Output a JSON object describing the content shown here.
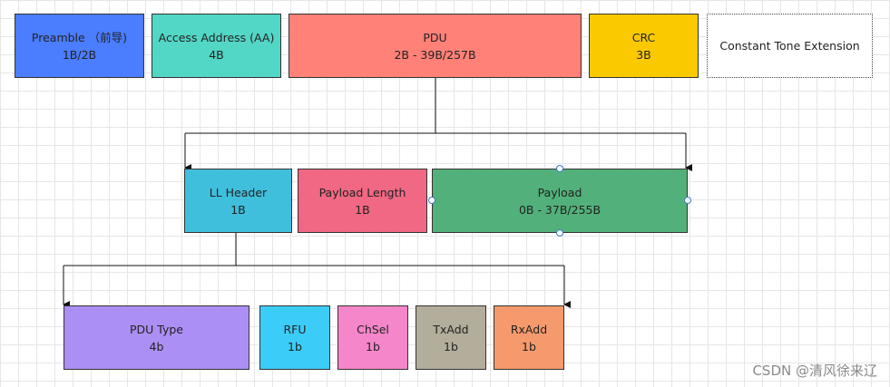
{
  "top_row": [
    {
      "name": "preamble",
      "label": "Preamble （前导)",
      "size": "1B/2B",
      "color": "#4a7dff"
    },
    {
      "name": "access-address",
      "label": "Access Address (AA)",
      "size": "4B",
      "color": "#52d6c6"
    },
    {
      "name": "pdu",
      "label": "PDU",
      "size": "2B - 39B/257B",
      "color": "#ff8178"
    },
    {
      "name": "crc",
      "label": "CRC",
      "size": "3B",
      "color": "#fbc900"
    },
    {
      "name": "cte",
      "label": "Constant Tone Extension",
      "size": "",
      "color": "#ffffff"
    }
  ],
  "pdu_row": [
    {
      "name": "ll-header",
      "label": "LL Header",
      "size": "1B",
      "color": "#40bfdd"
    },
    {
      "name": "payload-length",
      "label": "Payload Length",
      "size": "1B",
      "color": "#f06883"
    },
    {
      "name": "payload",
      "label": "Payload",
      "size": "0B - 37B/255B",
      "color": "#52b07a"
    }
  ],
  "header_row": [
    {
      "name": "pdu-type",
      "label": "PDU Type",
      "size": "4b",
      "color": "#ab8ff4"
    },
    {
      "name": "rfu",
      "label": "RFU",
      "size": "1b",
      "color": "#3bcdf8"
    },
    {
      "name": "chsel",
      "label": "ChSel",
      "size": "1b",
      "color": "#f586c9"
    },
    {
      "name": "txadd",
      "label": "TxAdd",
      "size": "1b",
      "color": "#b3ad9b"
    },
    {
      "name": "rxadd",
      "label": "RxAdd",
      "size": "1b",
      "color": "#f49a6c"
    }
  ],
  "watermark": "CSDN @清风徐来辽"
}
